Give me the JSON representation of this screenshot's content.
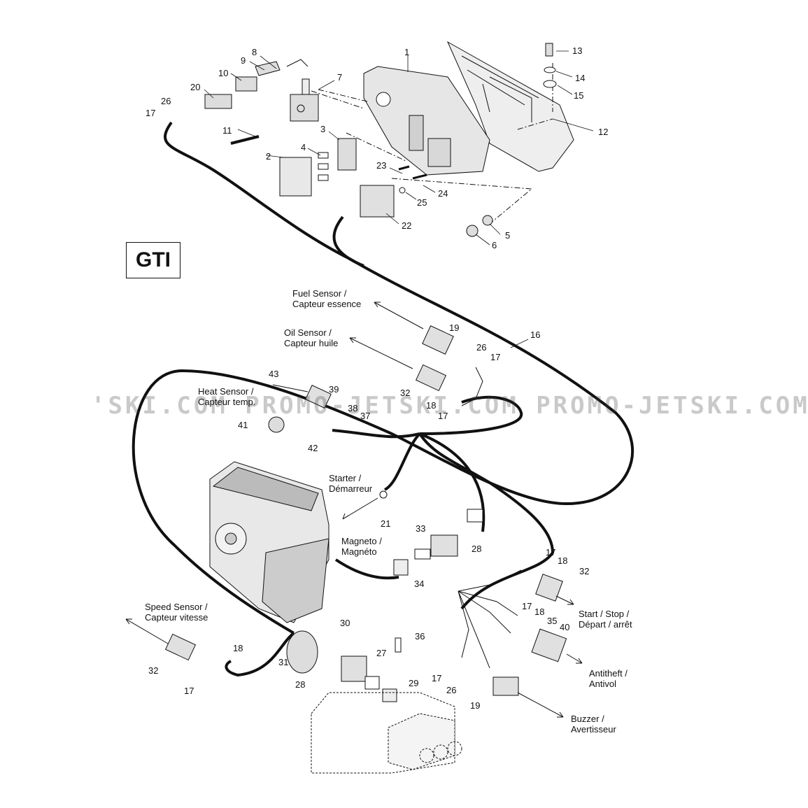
{
  "model_badge": "GTI",
  "watermark": "'SKI.COM  PROMO-JETSKI.COM  PROMO-JETSKI.COM",
  "callouts": [
    "1",
    "2",
    "3",
    "4",
    "5",
    "6",
    "7",
    "8",
    "9",
    "10",
    "11",
    "12",
    "13",
    "14",
    "15",
    "16",
    "17",
    "20",
    "26",
    "23",
    "24",
    "25",
    "22",
    "19",
    "26",
    "17",
    "32",
    "18",
    "17",
    "43",
    "39",
    "38",
    "37",
    "41",
    "42",
    "21",
    "33",
    "28",
    "34",
    "17",
    "18",
    "32",
    "17",
    "18",
    "35",
    "40",
    "30",
    "36",
    "27",
    "31",
    "28",
    "29",
    "18",
    "32",
    "17",
    "17",
    "26",
    "19"
  ],
  "labels": {
    "fuel_sensor": [
      "Fuel Sensor /",
      "Capteur essence"
    ],
    "oil_sensor": [
      "Oil Sensor /",
      "Capteur huile"
    ],
    "heat_sensor": [
      "Heat Sensor /",
      "Capteur temp."
    ],
    "starter": [
      "Starter /",
      "Démarreur"
    ],
    "magneto": [
      "Magneto /",
      "Magnéto"
    ],
    "speed_sensor": [
      "Speed Sensor /",
      "Capteur vitesse"
    ],
    "start_stop": [
      "Start / Stop  /",
      "Départ / arrêt"
    ],
    "antitheft": [
      "Antitheft  /",
      "Antivol"
    ],
    "buzzer": [
      "Buzzer /",
      "Avertisseur"
    ]
  }
}
